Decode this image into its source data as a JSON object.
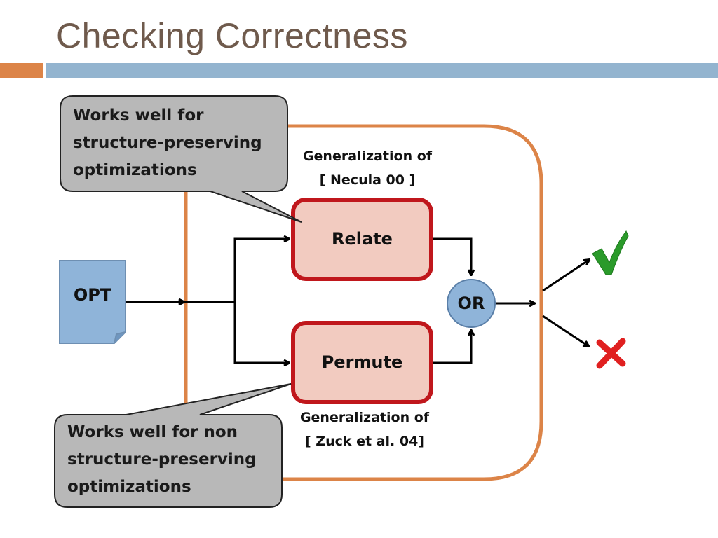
{
  "title": "Checking Correctness",
  "input_doc": {
    "label": "OPT"
  },
  "relate_box": {
    "label": "Relate"
  },
  "permute_box": {
    "label": "Permute"
  },
  "or_node": {
    "label": "OR"
  },
  "caption_top": {
    "text": "Generalization of\n[ Necula 00 ]"
  },
  "caption_bottom": {
    "text": "Generalization of\n[ Zuck et al. 04]"
  },
  "callout_top": {
    "text": "Works well for\nstructure-preserving\noptimizations"
  },
  "callout_bottom": {
    "text": "Works well for non\nstructure-preserving\noptimizations"
  },
  "results": {
    "pass_icon": "check-mark-icon",
    "fail_icon": "x-mark-icon"
  },
  "colors": {
    "title": "#6f5a4c",
    "accent_orange": "#dc8448",
    "accent_blue": "#93b4cf",
    "container_border": "#dc8448",
    "process_fill": "#f2cbc0",
    "process_border": "#c0171c",
    "callout_fill": "#b8b8b8",
    "doc_fill": "#8fb4d9",
    "check": "#2a9a2a",
    "cross": "#e02020"
  }
}
